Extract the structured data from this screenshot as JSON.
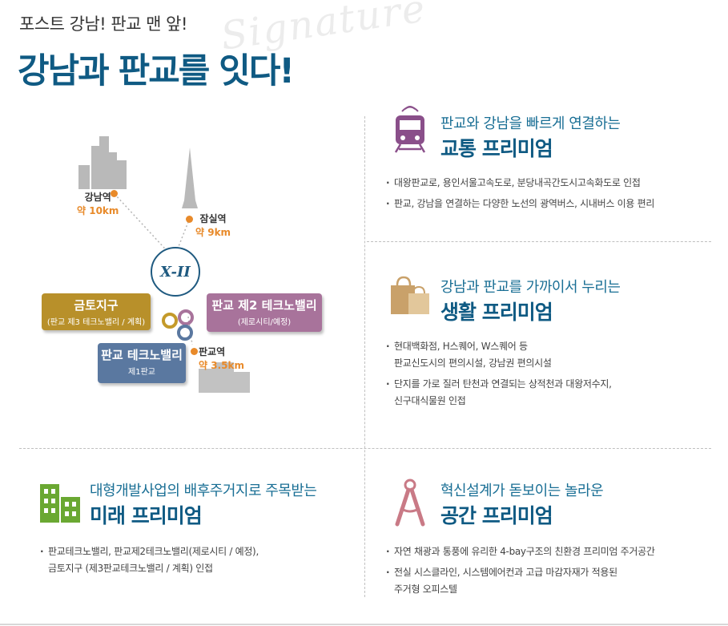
{
  "header": {
    "subtitle": "포스트 강남! 판교 맨 앞!",
    "title": "강남과 판교를 잇다!",
    "watermark": "Signature"
  },
  "map": {
    "gangnam": {
      "name": "강남역",
      "dist": "약 10km"
    },
    "jamsil": {
      "name": "잠실역",
      "dist": "약 9km"
    },
    "pangyo": {
      "name": "판교역",
      "dist": "약 3.5km"
    },
    "logo_text": "X-II",
    "boxes": {
      "geumto": {
        "title": "금토지구",
        "sub": "(판교 제3 테크노밸리 / 계획)"
      },
      "techno2": {
        "title": "판교 제2 테크노밸리",
        "sub": "(제로시티/예정)"
      },
      "techno1": {
        "title": "판교 테크노밸리",
        "sub": "제1판교"
      }
    }
  },
  "sections": {
    "traffic": {
      "subtitle": "판교와 강남을 빠르게 연결하는",
      "title": "교통 프리미엄",
      "icon": "train-icon",
      "color": "#8a4f8a",
      "bullets": [
        "대왕판교로, 용인서울고속도로, 분당내곡간도시고속화도로 인접",
        "판교, 강남을 연결하는 다양한 노선의 광역버스, 시내버스 이용 편리"
      ]
    },
    "living": {
      "subtitle": "강남과 판교를 가까이서 누리는",
      "title": "생활 프리미엄",
      "icon": "shopping-bag-icon",
      "color": "#c9a16a",
      "bullets": [
        {
          "l1": "현대백화점, H스퀘어, W스퀘어 등",
          "l2": "판교신도시의 편의시설, 강남권 편의시설"
        },
        {
          "l1": "단지를 가로 질러 탄천과 연결되는 상적천과 대왕저수지,",
          "l2": "신구대식물원 인접"
        }
      ]
    },
    "future": {
      "subtitle": "대형개발사업의 배후주거지로 주목받는",
      "title": "미래 프리미엄",
      "icon": "building-icon",
      "color": "#6aa832",
      "bullets": [
        {
          "l1": "판교테크노밸리, 판교제2테크노밸리(제로시티 / 예정),",
          "l2": "금토지구 (제3판교테크노밸리 / 계획) 인접"
        }
      ]
    },
    "space": {
      "subtitle": "혁신설계가 돋보이는 놀라운",
      "title": "공간 프리미엄",
      "icon": "compass-icon",
      "color": "#c97a86",
      "bullets": [
        {
          "l1": "자연 채광과 통풍에 유리한 4-bay구조의 친환경 프리미엄 주거공간",
          "l2": ""
        },
        {
          "l1": "전실 시스클라인, 시스템에어컨과 고급 마감자재가 적용된",
          "l2": "주거형 오피스텔"
        }
      ]
    }
  }
}
